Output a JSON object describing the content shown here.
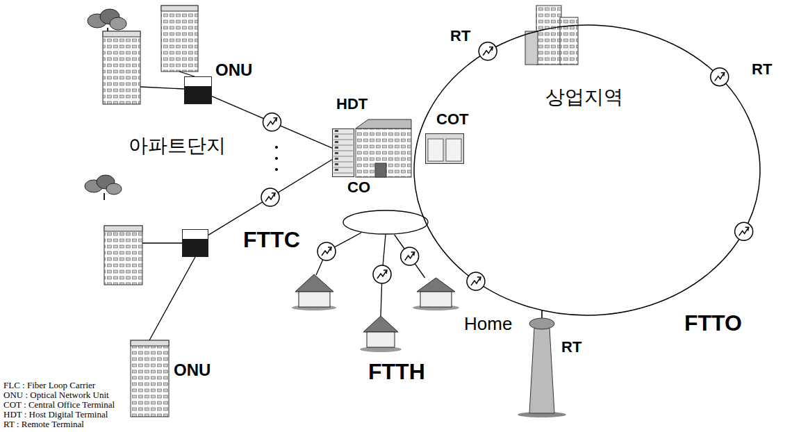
{
  "diagram": {
    "nodes": [
      {
        "text": [
          "ONU"
        ]
      },
      {
        "text": [
          "ONU"
        ]
      },
      {
        "text": [
          "HDT"
        ]
      },
      {
        "text": [
          "COT"
        ]
      },
      {
        "text": [
          "CO"
        ]
      },
      {
        "text": [
          "상업지역"
        ]
      },
      {
        "text": [
          "Home"
        ]
      }
    ],
    "edges": [
      {
        "from": 0,
        "to": 2,
        "arrow": "none"
      },
      {
        "from": 1,
        "to": 2,
        "arrow": "none"
      },
      {
        "from": 4,
        "to": 6,
        "arrow": "none"
      }
    ],
    "labels": [
      "아파트단지",
      "FTTC",
      "RT",
      "RT",
      "RT",
      "FTTO",
      "FTTH",
      "FLC : Fiber Loop Carrier",
      "ONU : Optical Network Unit",
      "COT : Central Office Terminal",
      "HDT : Host Digital Terminal",
      "RT : Remote Terminal"
    ]
  }
}
